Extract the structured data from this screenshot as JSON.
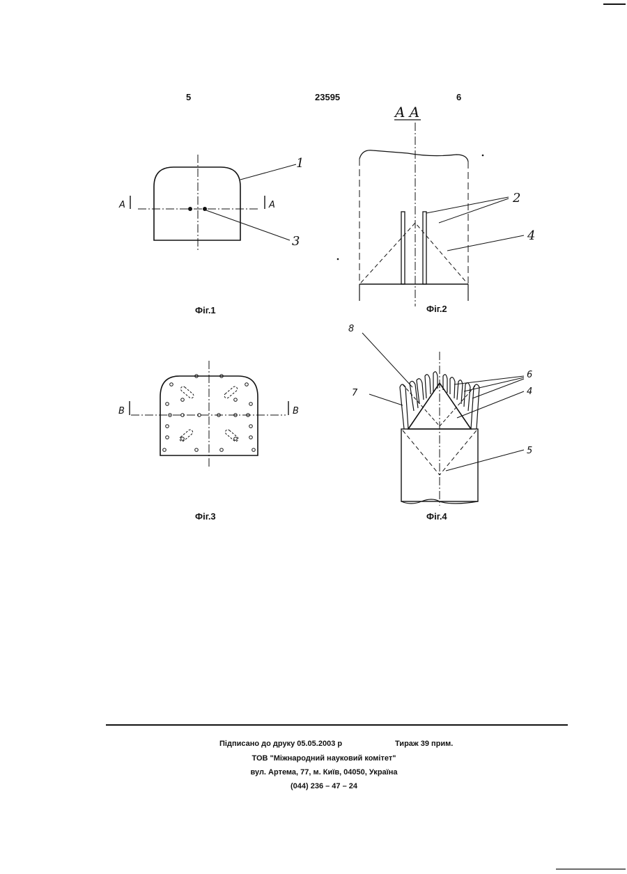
{
  "header": {
    "page_left": "5",
    "patent_number": "23595",
    "page_right": "6"
  },
  "figures": {
    "fig1": {
      "caption": "Фіг.1",
      "section_marks": [
        "A",
        "A"
      ],
      "callouts": [
        "1",
        "3"
      ]
    },
    "fig2": {
      "caption": "Фіг.2",
      "section_title": "A  A",
      "callouts": [
        "2",
        "4"
      ]
    },
    "fig3": {
      "caption": "Фіг.3",
      "section_marks": [
        "B",
        "B"
      ]
    },
    "fig4": {
      "caption": "Фіг.4",
      "callouts": [
        "8",
        "7",
        "6",
        "4",
        "5"
      ]
    }
  },
  "footer": {
    "signed": "Підписано до друку 05.05.2003 р",
    "print_run": "Тираж 39 прим.",
    "publisher": "ТОВ \"Міжнародний науковий комітет\"",
    "address": "вул. Артема, 77, м. Київ, 04050, Україна",
    "phone": "(044) 236 – 47 – 24"
  }
}
